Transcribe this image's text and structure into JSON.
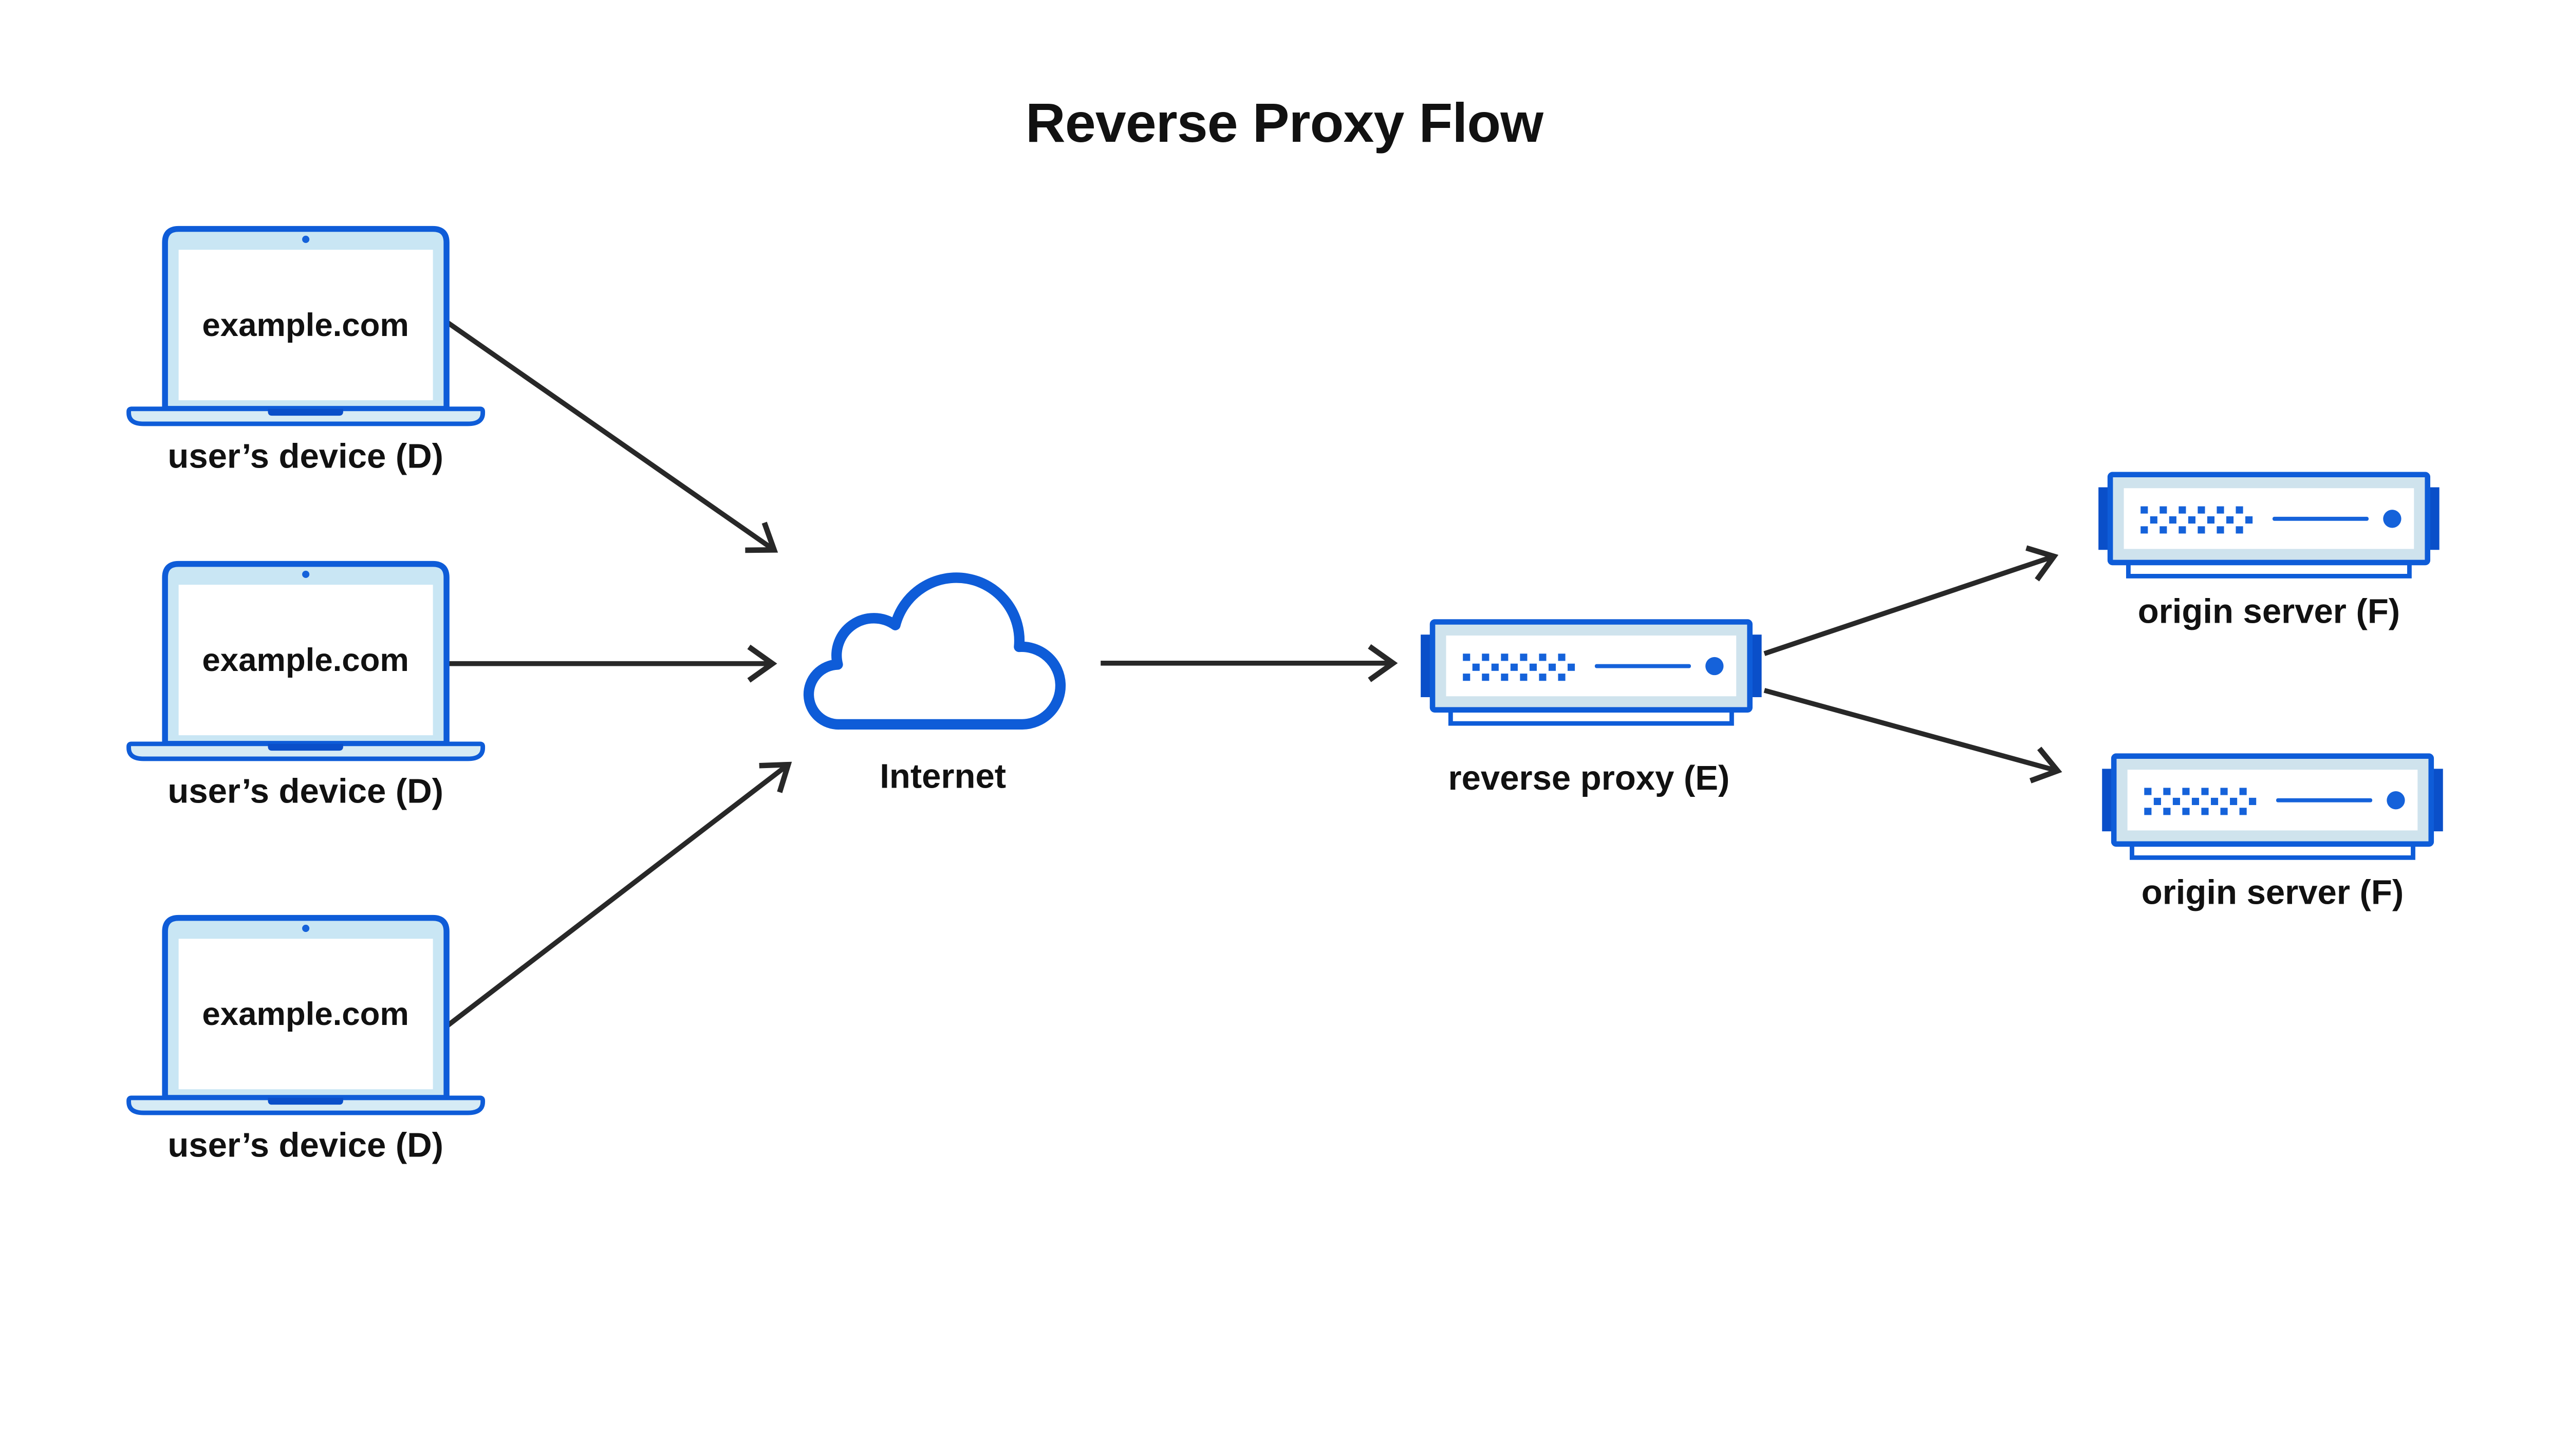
{
  "title": "Reverse Proxy Flow",
  "nodes": {
    "devices": [
      {
        "id": "user-device-1",
        "screen_text": "example.com",
        "label": "user’s device (D)"
      },
      {
        "id": "user-device-2",
        "screen_text": "example.com",
        "label": "user’s device (D)"
      },
      {
        "id": "user-device-3",
        "screen_text": "example.com",
        "label": "user’s device (D)"
      }
    ],
    "internet": {
      "id": "internet",
      "label": "Internet"
    },
    "reverse_proxy": {
      "id": "reverse-proxy",
      "label": "reverse proxy (E)"
    },
    "origin_servers": [
      {
        "id": "origin-server-1",
        "label": "origin server (F)"
      },
      {
        "id": "origin-server-2",
        "label": "origin server (F)"
      }
    ]
  },
  "edges": [
    {
      "from": "user-device-1",
      "to": "internet"
    },
    {
      "from": "user-device-2",
      "to": "internet"
    },
    {
      "from": "user-device-3",
      "to": "internet"
    },
    {
      "from": "internet",
      "to": "reverse-proxy"
    },
    {
      "from": "reverse-proxy",
      "to": "origin-server-1"
    },
    {
      "from": "reverse-proxy",
      "to": "origin-server-2"
    }
  ],
  "icons": {
    "device": "laptop-icon",
    "internet": "cloud-icon",
    "proxy": "rack-server-icon",
    "origin": "rack-server-icon"
  },
  "colors": {
    "primary_blue": "#0e5cd8",
    "dark_blue": "#0a4fc9",
    "accent_blue": "#1562da",
    "laptop_fill": "#c9e6f4",
    "server_frame_fill": "#cfe3ed",
    "base_fill": "#d6ebf5",
    "arrow": "#282828",
    "text": "#111111",
    "background": "#ffffff"
  }
}
